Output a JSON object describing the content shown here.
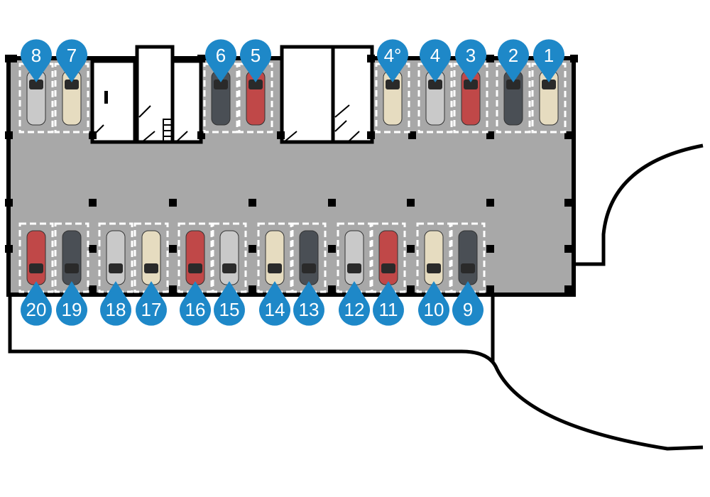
{
  "colors": {
    "pin": "#1e88c8",
    "floor": "#a8a8a8",
    "wall": "#000000"
  },
  "top_spots": [
    {
      "label": "8",
      "car": "silver"
    },
    {
      "label": "7",
      "car": "cream"
    },
    {
      "label": "6",
      "car": "dark"
    },
    {
      "label": "5",
      "car": "red"
    },
    {
      "label": "4°",
      "car": "cream"
    },
    {
      "label": "4",
      "car": "silver"
    },
    {
      "label": "3",
      "car": "red"
    },
    {
      "label": "2",
      "car": "dark"
    },
    {
      "label": "1",
      "car": "cream"
    }
  ],
  "bottom_spots": [
    {
      "label": "20",
      "car": "red"
    },
    {
      "label": "19",
      "car": "dark"
    },
    {
      "label": "18",
      "car": "silver"
    },
    {
      "label": "17",
      "car": "cream"
    },
    {
      "label": "16",
      "car": "red"
    },
    {
      "label": "15",
      "car": "silver"
    },
    {
      "label": "14",
      "car": "cream"
    },
    {
      "label": "13",
      "car": "dark"
    },
    {
      "label": "12",
      "car": "silver"
    },
    {
      "label": "11",
      "car": "red"
    },
    {
      "label": "10",
      "car": "cream"
    },
    {
      "label": "9",
      "car": "dark"
    }
  ],
  "car_colors": {
    "silver": "#c9c9c9",
    "cream": "#e6dcc0",
    "dark": "#4a4f55",
    "red": "#c04848"
  }
}
